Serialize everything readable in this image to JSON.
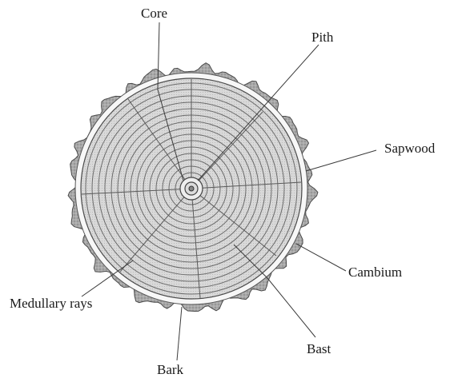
{
  "labels": {
    "core": "Core",
    "pith": "Pith",
    "sapwood": "Sapwood",
    "cambium": "Cambium",
    "medullary_rays": "Medullary rays",
    "bast": "Bast",
    "bark": "Bark"
  }
}
